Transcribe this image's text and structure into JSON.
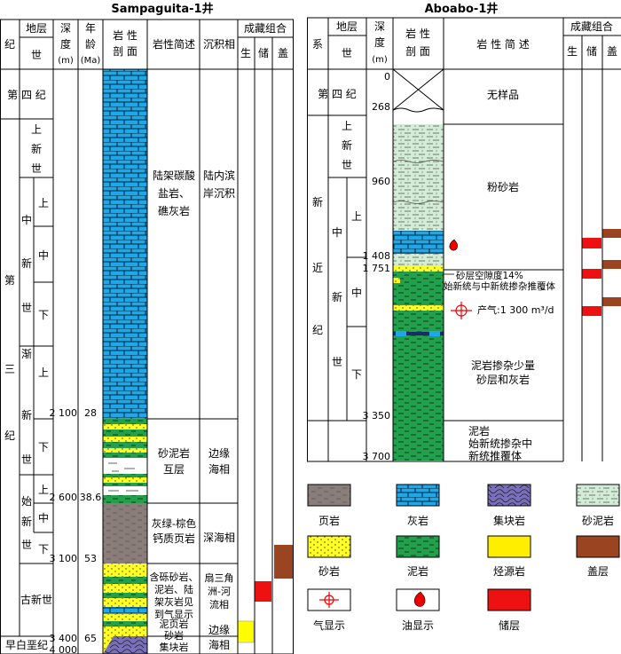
{
  "left": {
    "title": "Sampaguita-1井",
    "headers": {
      "ji": "纪",
      "diceng": "地层",
      "shi": "世",
      "shendu": [
        "深",
        "度",
        "(m)"
      ],
      "nianling": [
        "年",
        "龄",
        "(Ma)"
      ],
      "yanxing_poumian": [
        "岩 性",
        "剖 面"
      ],
      "yanxing_jianshu": "岩性简述",
      "chenjixiang": "沉积相",
      "chengcang": "成藏组合",
      "sheng": "生",
      "chu": "储",
      "gai": "盖"
    },
    "periods": {
      "quaternary": "第 四 纪",
      "tertiary": [
        "第",
        "三",
        "纪"
      ],
      "cretaceous": "早白垩纪"
    },
    "epochs": {
      "pliocene": [
        "上",
        "新",
        "世"
      ],
      "miocene": [
        "中",
        "新",
        "世"
      ],
      "oligocene": [
        "渐",
        "新",
        "世"
      ],
      "eocene": [
        "始",
        "新",
        "世"
      ],
      "paleocene": "古新世"
    },
    "subs": {
      "upper": "上",
      "middle": "中",
      "lower": "下"
    },
    "depths": [
      "2 100",
      "2 600",
      "3 100",
      "3 400",
      "4 000"
    ],
    "ages": [
      "28",
      "38.6",
      "53",
      "65"
    ],
    "descriptions": [
      [
        "陆架碳酸",
        "盐岩、",
        "礁灰岩"
      ],
      [
        "砂泥岩",
        "互层"
      ],
      [
        "灰绿-棕色",
        "钙质页岩"
      ],
      [
        "含砾砂岩、",
        "泥岩、陆",
        "架灰岩见",
        "到气显示"
      ],
      [
        "泥页岩",
        "砂岩",
        "集块岩"
      ]
    ],
    "facies": [
      [
        "陆内滨",
        "岸沉积"
      ],
      [
        "边缘",
        "海相"
      ],
      [
        "深海相"
      ],
      [
        "扇三角",
        "洲-河",
        "流相"
      ],
      [
        "边缘",
        "海相"
      ]
    ]
  },
  "right": {
    "title": "Aboabo-1井",
    "headers": {
      "xi": "系",
      "diceng": "地层",
      "shi": "世",
      "shendu": [
        "深",
        "度",
        "(m)"
      ],
      "yanxing_poumian": [
        "岩 性",
        "剖 面"
      ],
      "yanxing_jianshu": "岩 性 简 述",
      "chengcang": "成藏组合",
      "sheng": "生",
      "chu": "储",
      "gai": "盖"
    },
    "periods": {
      "quaternary": "第 四 纪",
      "neogene": [
        "新",
        "近",
        "纪"
      ]
    },
    "epochs": {
      "pliocene": [
        "上",
        "新",
        "世"
      ],
      "miocene": [
        "中",
        "新",
        "世"
      ]
    },
    "subs": {
      "upper": "上",
      "middle": "中",
      "lower": "下"
    },
    "depths": [
      "0",
      "268",
      "960",
      "1 408",
      "1 751",
      "3 350",
      "3 700"
    ],
    "descriptions": {
      "no_sample": "无样品",
      "siltstone": "粉砂岩",
      "porosity": "砂层空隙度14%",
      "overthrust": "始新统与中新统掺杂推覆体",
      "gas": "产气:1 300 m³/d",
      "mudstone": [
        "泥岩掺杂少量",
        "砂层和灰岩"
      ],
      "bottom": [
        "泥岩",
        "始新统掺杂中",
        "新统推覆体"
      ]
    }
  },
  "legend": {
    "items": [
      "页岩",
      "灰岩",
      "集块岩",
      "砂泥岩",
      "砂岩",
      "泥岩",
      "烃源岩",
      "盖层",
      "气显示",
      "油显示",
      "储层"
    ]
  },
  "colors": {
    "limestone": "#1ea8ea",
    "shale": "#8a7e7a",
    "sandstone": "#ffff22",
    "mudstone": "#22a04c",
    "sandmud": "#d3ecd5",
    "agglomerate": "#7a6fbb",
    "reservoir": "#ee1111",
    "cap": "#9a4422",
    "source": "#ffee00"
  }
}
